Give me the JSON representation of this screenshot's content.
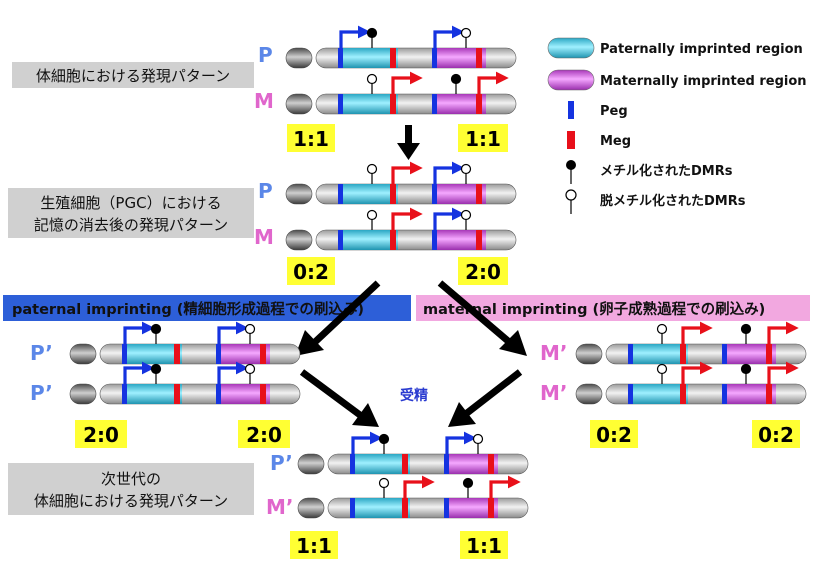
{
  "colors": {
    "paternal_region": "#3bbcd6",
    "maternal_region": "#c84fd6",
    "peg": "#1533e0",
    "meg": "#e8101a",
    "chromosome": "#b9b9b9",
    "ratio_bg": "#ffff33",
    "stage_label_bg": "#d0d0d0",
    "paternal_header_bg": "#2d5fd8",
    "maternal_header_bg": "#f2a8e0",
    "P_letter": "#5b87e8",
    "M_letter": "#e066cc",
    "arrow": "#000000",
    "fertilization_text": "#2a3bd0"
  },
  "legend": {
    "paternal_region": "Paternally imprinted region",
    "maternal_region": "Maternally imprinted region",
    "peg": "Peg",
    "meg": "Meg",
    "methylated": "メチル化されたDMRs",
    "demethylated": "脱メチル化されたDMRs"
  },
  "stages": {
    "somatic": "体細胞における発現パターン",
    "pgc_line1": "生殖細胞（PGC）における",
    "pgc_line2": "記憶の消去後の発現パターン",
    "next_line1": "次世代の",
    "next_line2": "体細胞における発現パターン"
  },
  "headers": {
    "paternal": "paternal imprinting (精細胞形成過程での刷込み)",
    "maternal": "maternal imprinting (卵子成熟過程での刷込み)"
  },
  "fertilization": "受精",
  "chromosome_labels": {
    "P": "P",
    "M": "M",
    "P_prime": "P’",
    "M_prime": "M’"
  },
  "ratios": {
    "somatic_left": "1:1",
    "somatic_right": "1:1",
    "pgc_left": "0:2",
    "pgc_right": "2:0",
    "paternal_left": "2:0",
    "paternal_right": "2:0",
    "maternal_left": "0:2",
    "maternal_right": "0:2",
    "next_left": "1:1",
    "next_right": "1:1"
  }
}
